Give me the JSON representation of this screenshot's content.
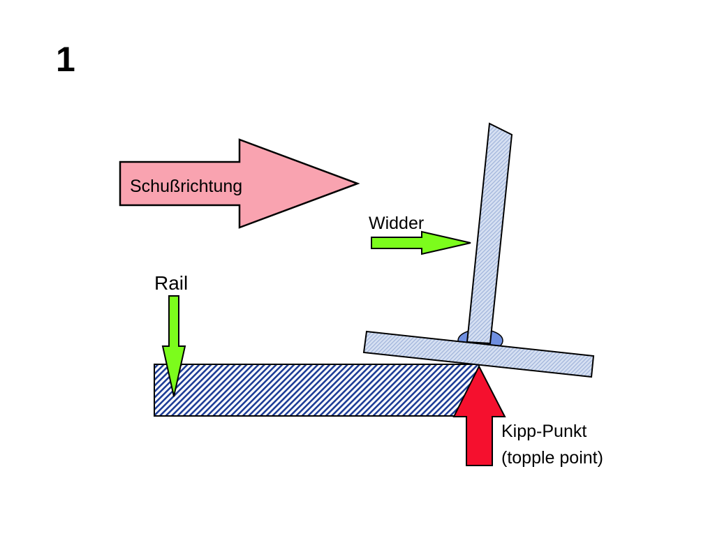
{
  "slide": {
    "number": "1"
  },
  "labels": {
    "shot_direction": "Schußrichtung",
    "ram": "Widder",
    "rail": "Rail",
    "topple_point_line1": "Kipp-Punkt",
    "topple_point_line2": "(topple point)"
  },
  "colors": {
    "shot_arrow_fill": "#f9a3b0",
    "green_arrow_fill": "#7cfc1c",
    "red_arrow_fill": "#f5102e",
    "rail_hatch": "#1c3c96",
    "beam_fill": "#d6e0f2",
    "beam_hatch": "#9fb3da",
    "weld_fill": "#6f8fe0",
    "outline": "#000000"
  }
}
